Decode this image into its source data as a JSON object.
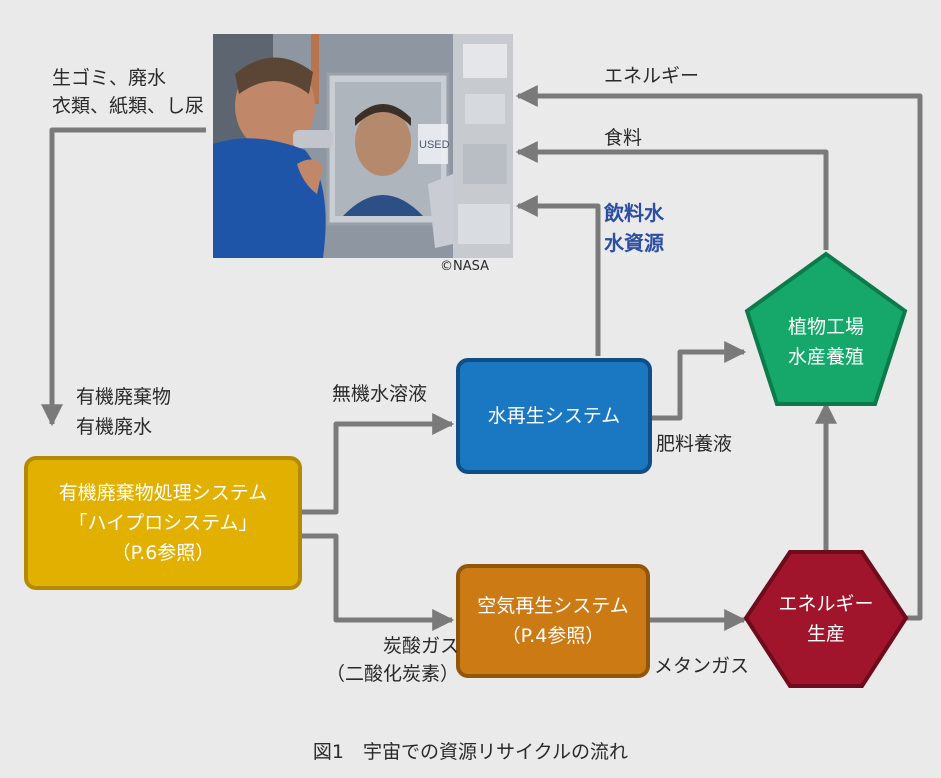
{
  "figure": {
    "caption": "図1　宇宙での資源リサイクルの流れ",
    "photo_credit": "©NASA",
    "photo_sign_text": "USED"
  },
  "inputs": {
    "waste_line1": "生ゴミ、廃水",
    "waste_line2": "衣類、紙類、し尿"
  },
  "outputs": {
    "energy": "エネルギー",
    "food": "食料",
    "water_line1": "飲料水",
    "water_line2": "水資源"
  },
  "flows": {
    "organic_line1": "有機廃棄物",
    "organic_line2": "有機廃水",
    "inorganic": "無機水溶液",
    "fertilizer": "肥料養液",
    "co2_line1": "炭酸ガス",
    "co2_line2": "（二酸化炭素）",
    "methane": "メタンガス"
  },
  "nodes": {
    "waste_system": {
      "line1": "有機廃棄物処理システム",
      "line2": "「ハイプロシステム」",
      "line3": "（P.6参照）"
    },
    "water_system": {
      "line1": "水再生システム"
    },
    "air_system": {
      "line1": "空気再生システム",
      "line2": "（P.4参照）"
    },
    "plant_factory": {
      "line1": "植物工場",
      "line2": "水産養殖"
    },
    "energy_production": {
      "line1": "エネルギー",
      "line2": "生産"
    }
  },
  "colors": {
    "background": "#eaeaeb",
    "arrow": "#7a7a7a",
    "waste_system": "#e2b000",
    "water_system": "#1a78c2",
    "air_system": "#cc7a14",
    "plant_factory": "#15a86a",
    "energy_production": "#a0142c",
    "water_output_text": "#2c4ea3"
  }
}
